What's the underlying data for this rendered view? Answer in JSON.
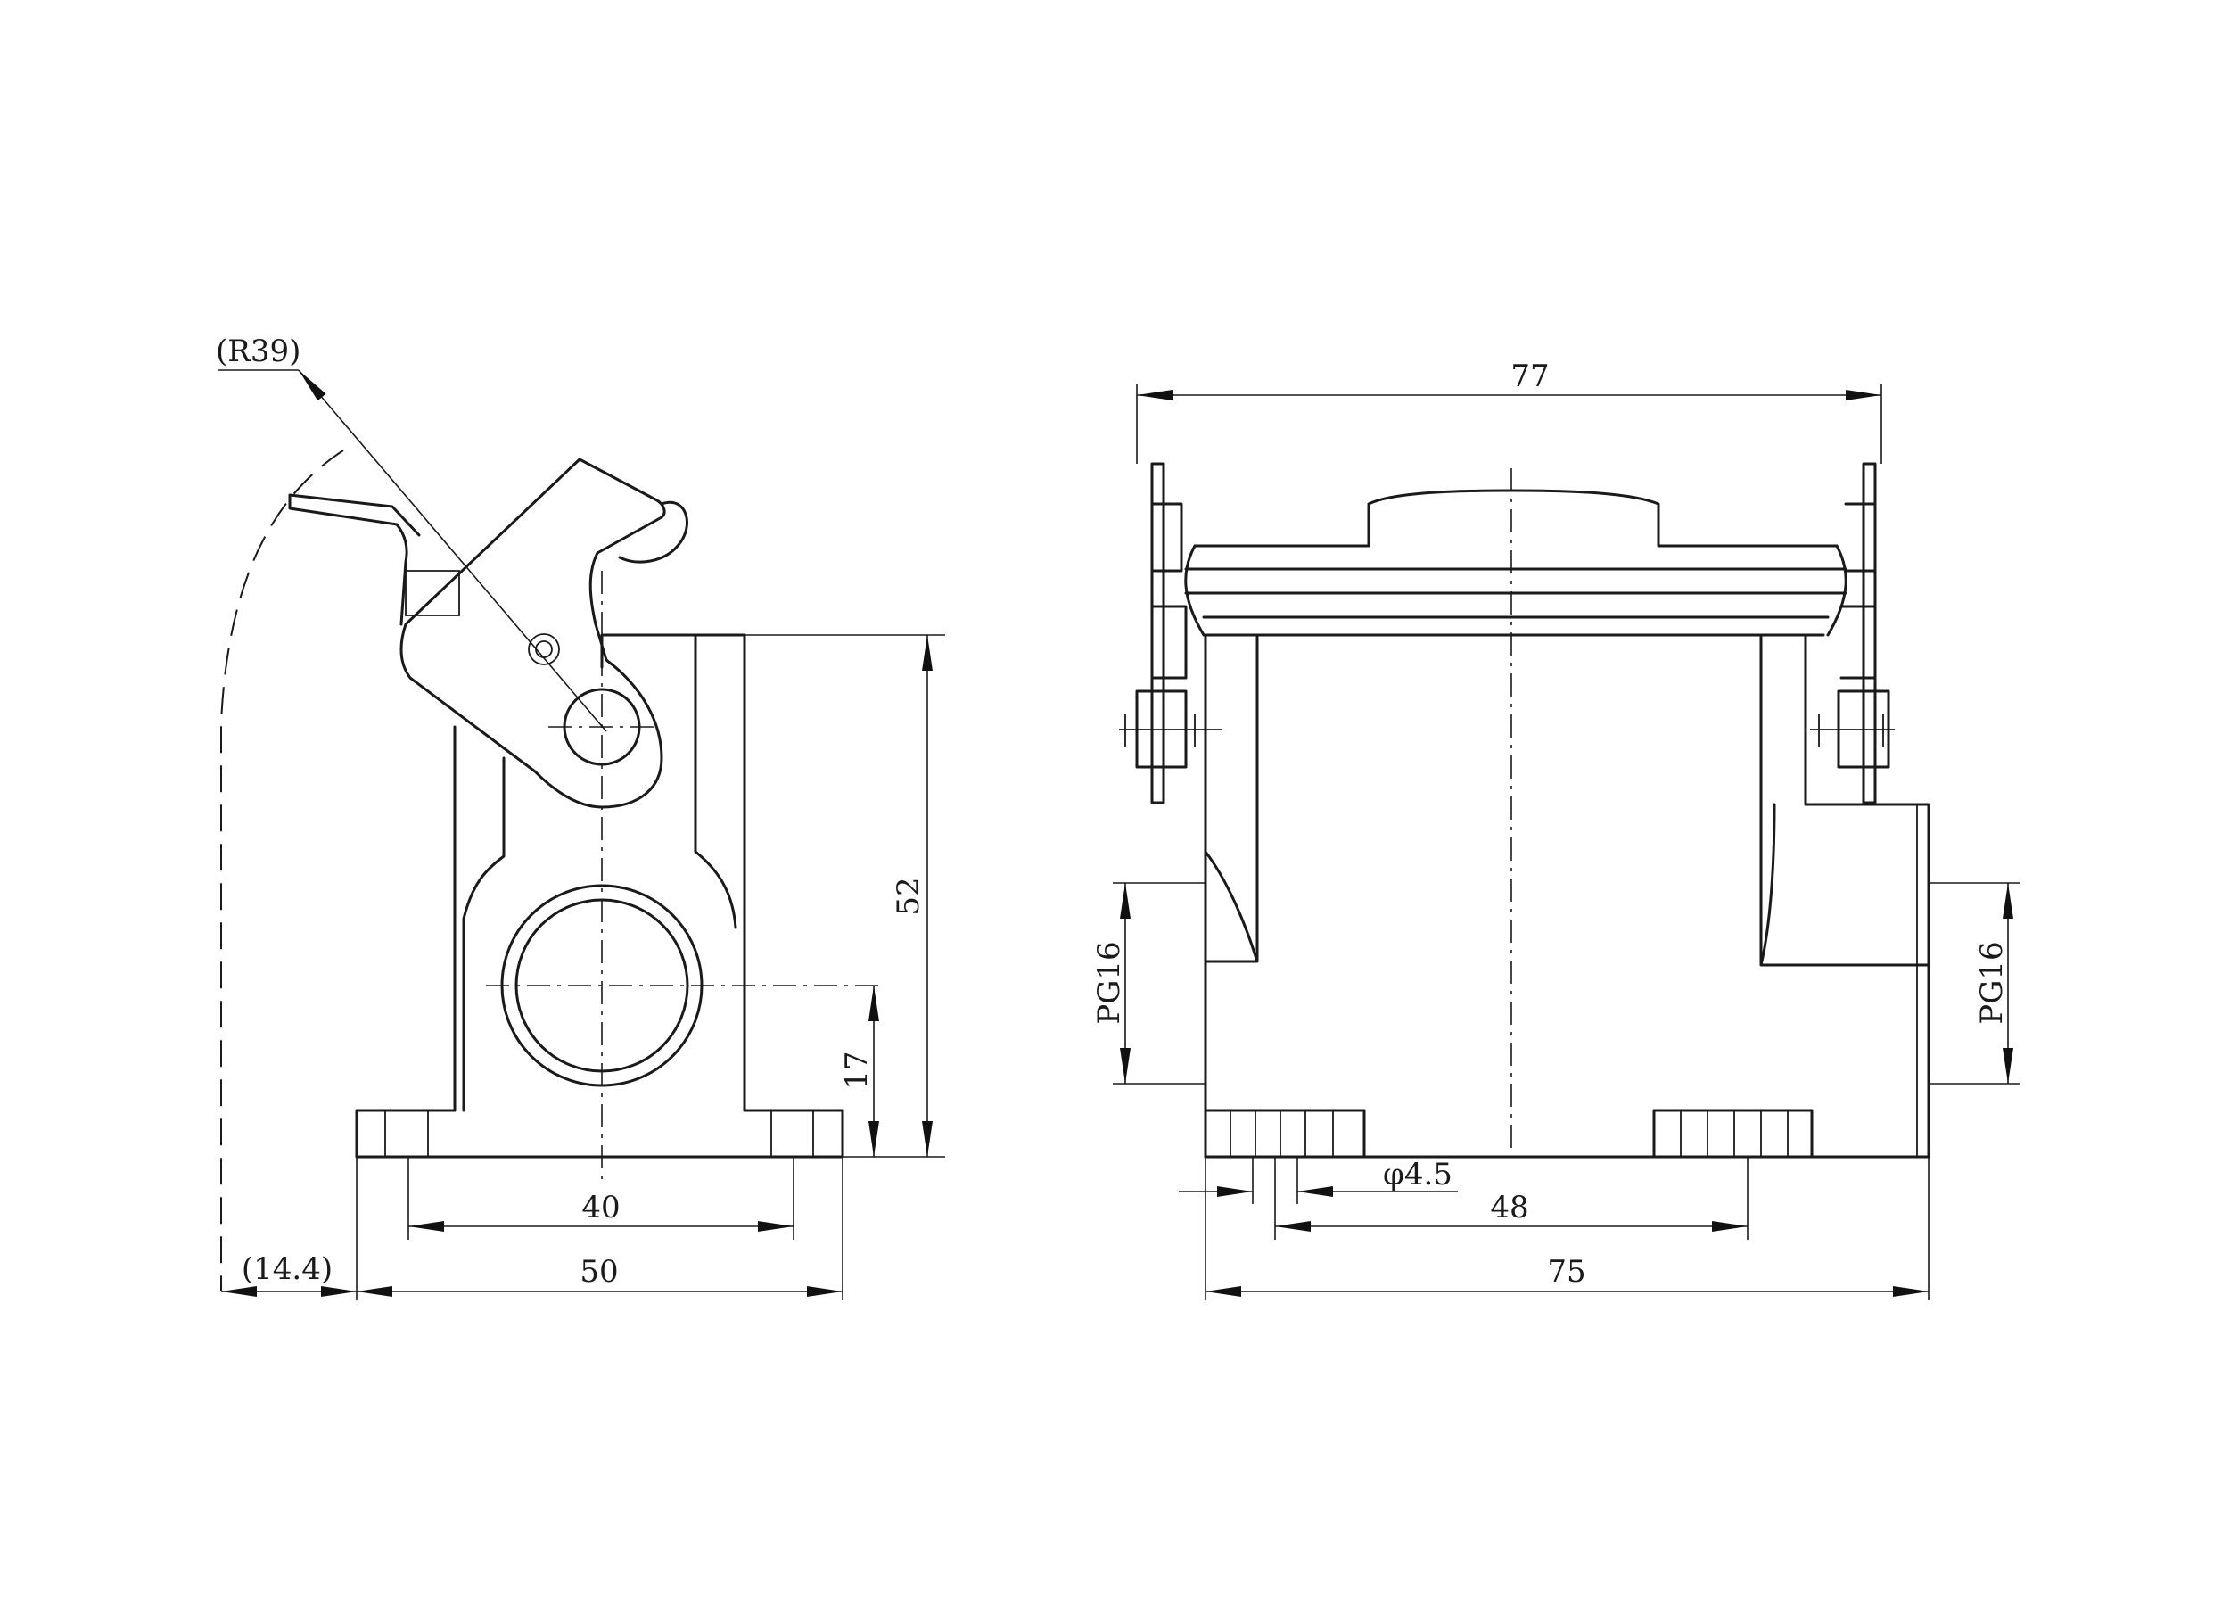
{
  "colors": {
    "ink": "#1a1a1a",
    "background": "#ffffff"
  },
  "side_view": {
    "radius_note": "(R39)",
    "height_total": "52",
    "height_entry": "17",
    "hole_spacing": "40",
    "base_width": "50",
    "lever_offset": "(14.4)"
  },
  "front_view": {
    "overall_width_top": "77",
    "entry_left": "PG16",
    "entry_right": "PG16",
    "hole_diameter": "φ4.5",
    "hole_spacing": "48",
    "base_width": "75"
  }
}
